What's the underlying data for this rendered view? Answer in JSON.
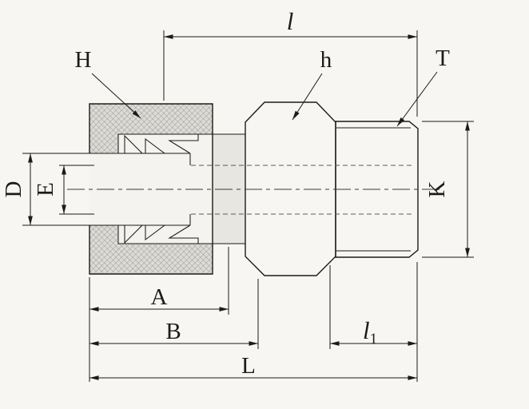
{
  "drawing": {
    "description": "Dimensioned engineering drawing of a male connector compression tube fitting",
    "colors": {
      "background": "#f7f6f2",
      "line": "#1b1b1b",
      "hatch_fill": "#dcdbd6",
      "body_fill": "#e7e6e1",
      "cavity_fill": "#f4f3ef",
      "ferrule_fill": "#d9d8d3"
    },
    "labels": {
      "H": "H",
      "h": "h",
      "T": "T",
      "l": "l",
      "D": "D",
      "E": "E",
      "K": "K",
      "A": "A",
      "B": "B",
      "L": "L",
      "l1_main": "l",
      "l1_sub": "1"
    }
  }
}
